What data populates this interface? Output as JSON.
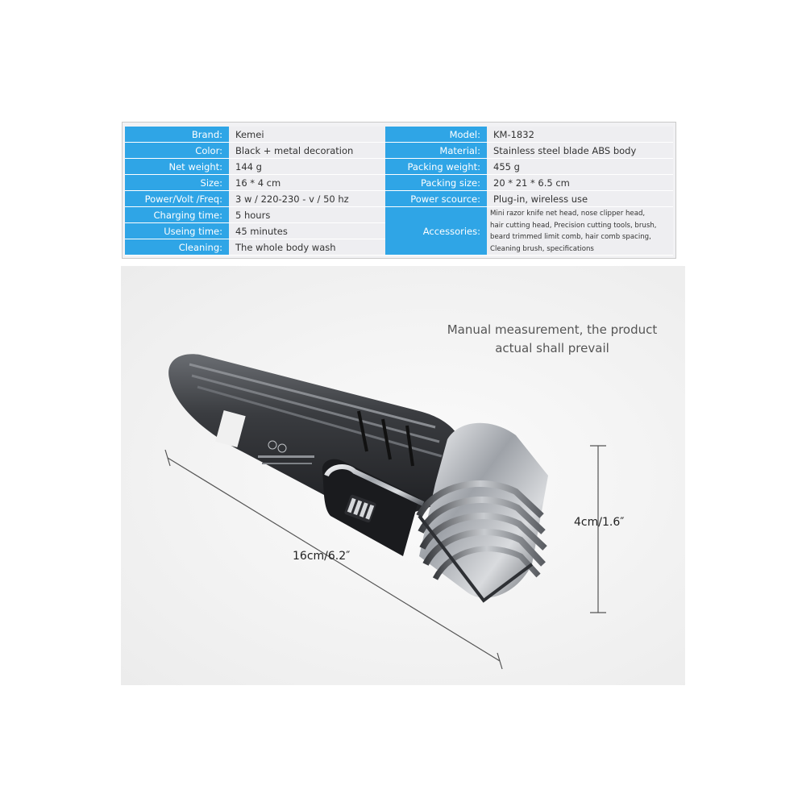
{
  "specs": {
    "left": [
      {
        "label": "Brand:",
        "value": "Kemei"
      },
      {
        "label": "Color:",
        "value": "Black + metal decoration"
      },
      {
        "label": "Net weight:",
        "value": "144 g"
      },
      {
        "label": "Size:",
        "value": "16 * 4 cm"
      },
      {
        "label": "Power/Volt /Freq:",
        "value": "3 w / 220-230 - v / 50 hz"
      },
      {
        "label": "Charging time:",
        "value": "5 hours"
      },
      {
        "label": "Useing time:",
        "value": "45 minutes"
      },
      {
        "label": "Cleaning:",
        "value": "The whole body wash"
      }
    ],
    "right": [
      {
        "label": "Model:",
        "value": "KM-1832"
      },
      {
        "label": "Material:",
        "value": "Stainless steel blade ABS body"
      },
      {
        "label": "Packing weight:",
        "value": "455 g"
      },
      {
        "label": "Packing size:",
        "value": "20 * 21 * 6.5 cm"
      },
      {
        "label": "Power scource:",
        "value": "Plug-in, wireless use"
      },
      {
        "label": "Accessories:",
        "value": "Mini razor knife net head, nose clipper head,\nhair cutting head, Precision cutting tools, brush,\nbeard trimmed limit comb, hair comb spacing,\nCleaning brush, specifications"
      }
    ]
  },
  "note": {
    "line1": "Manual measurement, the product",
    "line2": "actual shall prevail"
  },
  "dimensions": {
    "length": "16cm/6.2″",
    "width": "4cm/1.6″"
  },
  "colors": {
    "label_blue": "#2fa5e6",
    "value_gray": "#eeeef1"
  }
}
